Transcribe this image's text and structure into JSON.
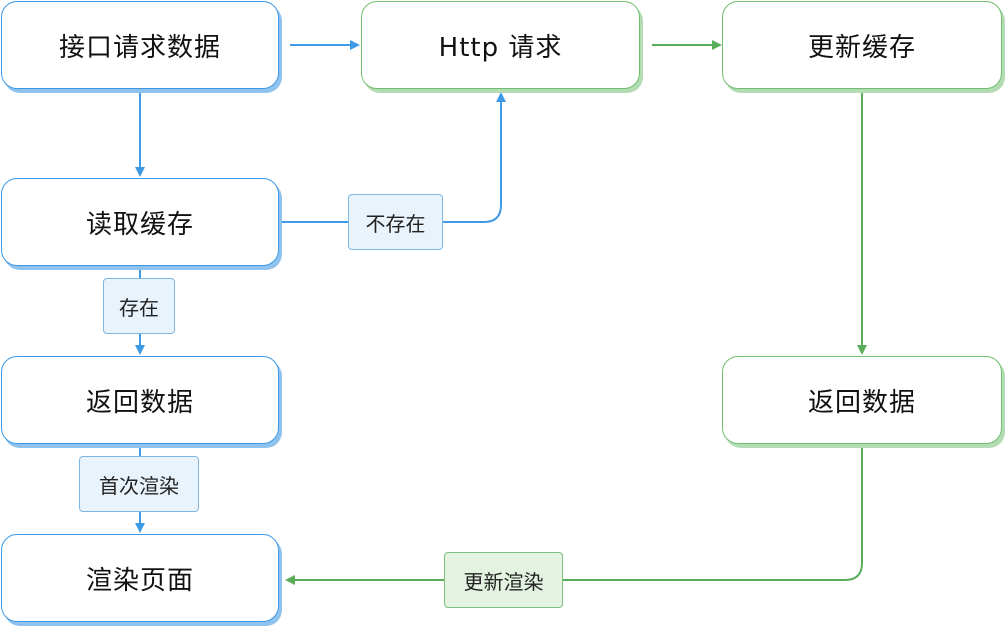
{
  "nodes": {
    "interface_request": "接口请求数据",
    "http_request": "Http 请求",
    "update_cache": "更新缓存",
    "read_cache": "读取缓存",
    "return_data_left": "返回数据",
    "return_data_right": "返回数据",
    "render_page": "渲染页面"
  },
  "edge_labels": {
    "not_exists": "不存在",
    "exists": "存在",
    "first_render": "首次渲染",
    "update_render": "更新渲染"
  },
  "colors": {
    "blue": "#3f9ae5",
    "green": "#5aae5a"
  }
}
